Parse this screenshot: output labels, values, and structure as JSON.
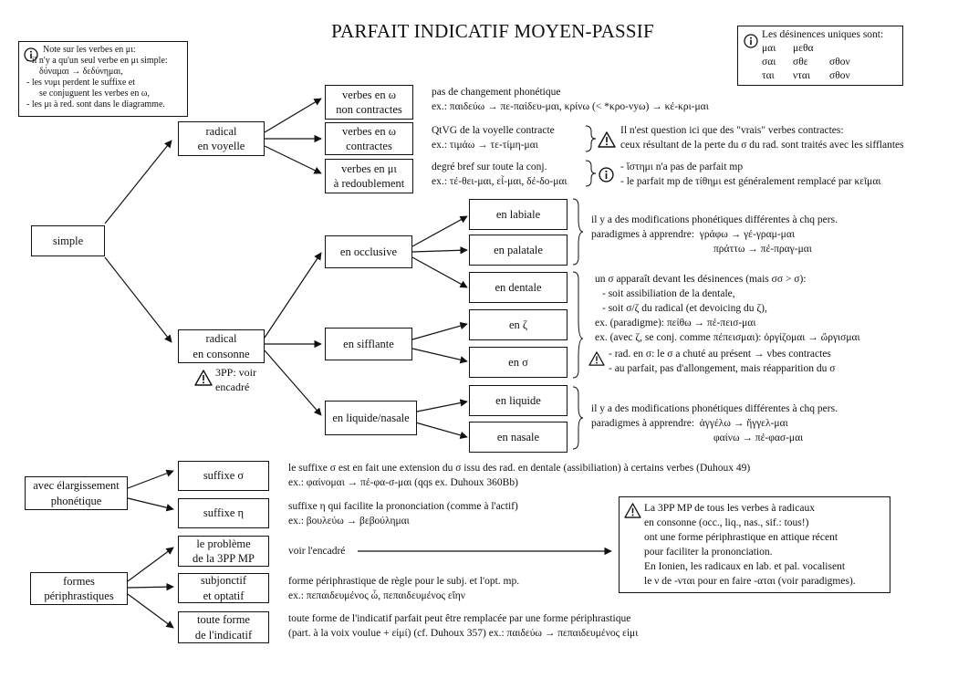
{
  "title": "PARFAIT INDICATIF MOYEN-PASSIF",
  "colors": {
    "ink": "#111111",
    "background": "#ffffff"
  },
  "note_left": {
    "heading": "Note sur les verbes en μι:",
    "lines": [
      "- il n'y a qu'un seul verbe en μι simple:",
      "δύναμαι → δεδύνημαι,",
      "- les νυμι perdent le suffixe et",
      "se conjuguent les verbes en ω,",
      "- les μι à red. sont dans le diagramme."
    ]
  },
  "note_right": {
    "heading": "Les désinences uniques sont:",
    "endings": [
      [
        "μαι",
        "μεθα",
        ""
      ],
      [
        "σαι",
        "σθε",
        "σθον"
      ],
      [
        "ται",
        "νται",
        "σθον"
      ]
    ]
  },
  "nodes": {
    "simple": "simple",
    "radical_voyelle": [
      "radical",
      "en voyelle"
    ],
    "radical_consonne": [
      "radical",
      "en consonne"
    ],
    "consonne_note": [
      "3PP: voir",
      "encadré"
    ],
    "verbes_omega": [
      "verbes en ω",
      "non contractes"
    ],
    "verbes_contractes": [
      "verbes en ω",
      "contractes"
    ],
    "verbes_mi": [
      "verbes en μι",
      "à redoublement"
    ],
    "occlusive": "en occlusive",
    "sifflante": "en sifflante",
    "liquide_nasale": "en liquide/nasale",
    "labiale": "en labiale",
    "palatale": "en palatale",
    "dentale": "en dentale",
    "zeta": "en ζ",
    "sigma": "en σ",
    "liquide": "en liquide",
    "nasale": "en nasale",
    "elargissement": [
      "avec élargissement",
      "phonétique"
    ],
    "suffixe_sigma": "suffixe σ",
    "suffixe_eta": "suffixe η",
    "periphrastiques": [
      "formes",
      "périphrastiques"
    ],
    "probleme": [
      "le problème",
      "de la 3PP MP"
    ],
    "subjonctif": [
      "subjonctif",
      "et optatif"
    ],
    "toute_forme": [
      "toute forme",
      "de l'indicatif"
    ]
  },
  "texts": {
    "omega": [
      "pas de changement phonétique",
      "ex.: παιδεύω → πε-παίδευ-μαι, κρίνω (< *κρο-νyω) → κέ-κρι-μαι"
    ],
    "contractes": [
      "QtVG de la voyelle contracte",
      "ex.: τιμάω → τε-τίμη-μαι"
    ],
    "contractes_note": [
      "Il n'est question ici que des \"vrais\" verbes contractes:",
      "ceux résultant de la perte du σ du rad. sont traités avec les sifflantes"
    ],
    "mi": [
      "degré bref sur toute la conj.",
      "ex.: τέ-θει-μαι, εἷ-μαι, δέ-δο-μαι"
    ],
    "mi_note": [
      "- ἵστημι n'a pas de parfait mp",
      "- le parfait mp de τίθημι est généralement remplacé par κεῖμαι"
    ],
    "occlusive": [
      "il y a des modifications phonétiques différentes à chq pers.",
      "paradigmes à apprendre:",
      "γράφω → γέ-γραμ-μαι",
      "πράττω → πέ-πραγ-μαι"
    ],
    "dentale": [
      "un σ apparaît devant les désinences (mais σσ > σ):",
      "- soit assibiliation de la dentale,",
      "- soit σ/ζ du radical (et devoicing du ζ),",
      "ex. (paradigme): πείθω → πέ-πεισ-μαι",
      "ex. (avec ζ, se conj. comme πέπεισμαι): ὀργίζομαι → ὤργισμαι"
    ],
    "sigma": [
      "- rad. en σ: le σ a chuté au présent → vbes contractes",
      "- au parfait, pas d'allongement, mais réapparition du σ"
    ],
    "liquide": [
      "il y a des modifications phonétiques différentes à chq pers.",
      "paradigmes à apprendre:",
      "ἀγγέλω → ἤγγελ-μαι",
      "φαίνω → πέ-φασ-μαι"
    ],
    "suffixe_sigma": [
      "le suffixe σ est en fait une extension du σ issu des rad. en dentale (assibiliation) à certains verbes (Duhoux 49)",
      "ex.: φαίνομαι → πέ-φα-σ-μαι (qqs ex. Duhoux 360Bb)"
    ],
    "suffixe_eta": [
      "suffixe η qui facilite la prononciation (comme à l'actif)",
      "ex.: βουλεύω → βεβούλημαι"
    ],
    "probleme": "voir l'encadré",
    "subjonctif": [
      "forme périphrastique de règle pour le subj. et l'opt. mp.",
      "ex.: πεπαιδευμένος ὦ, πεπαιδευμένος εἴην"
    ],
    "toute_forme": [
      "toute forme de l'indicatif parfait peut être remplacée par une forme périphrastique",
      "(part. à la voix voulue + εἰμί) (cf. Duhoux 357) ex.: παιδεύω → πεπαιδευμένος εἰμι"
    ]
  },
  "encadre": [
    "La 3PP MP de tous les verbes à radicaux",
    "en consonne (occ., liq., nas., sif.: tous!)",
    "ont une forme périphrastique en attique récent",
    "pour faciliter la prononciation.",
    "En Ionien, les radicaux en lab. et pal. vocalisent",
    "le ν de -νται pour en faire -αται (voir paradigmes)."
  ]
}
